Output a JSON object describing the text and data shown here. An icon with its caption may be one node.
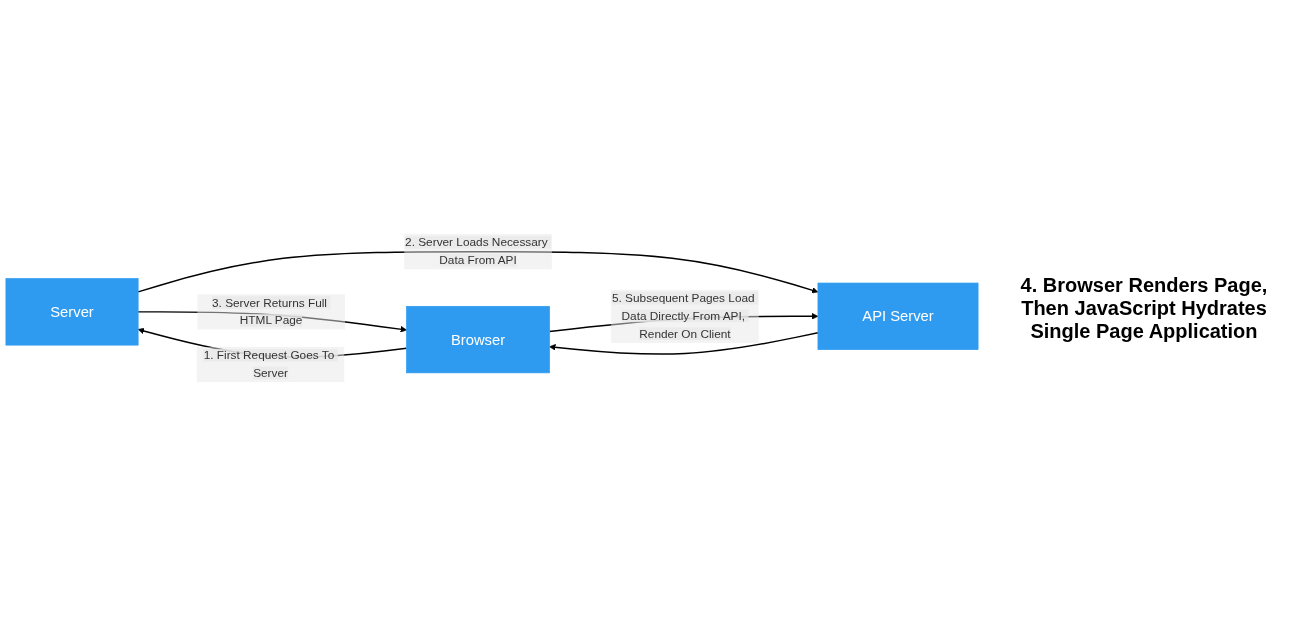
{
  "diagram": {
    "nodes": [
      {
        "text": [
          "Server"
        ]
      },
      {
        "text": [
          "Browser"
        ]
      },
      {
        "text": [
          "API Server"
        ]
      }
    ],
    "edges": [
      {
        "from": 1,
        "to": 0,
        "arrow": "to",
        "label": "1. First Request Goes To Server"
      },
      {
        "from": 0,
        "to": 1,
        "arrow": "to",
        "label": "3. Server Returns Full HTML Page"
      },
      {
        "from": 0,
        "to": 2,
        "arrow": "to",
        "label": "2. Server Loads Necessary Data From API"
      },
      {
        "from": 1,
        "to": 2,
        "arrow": "to",
        "label": "5. Subsequent Pages Load Data Directly From API, Render On Client"
      },
      {
        "from": 2,
        "to": 1,
        "arrow": "to"
      }
    ],
    "labels": [
      "4. Browser Renders Page, Then JavaScript Hydrates Single Page Application"
    ]
  }
}
